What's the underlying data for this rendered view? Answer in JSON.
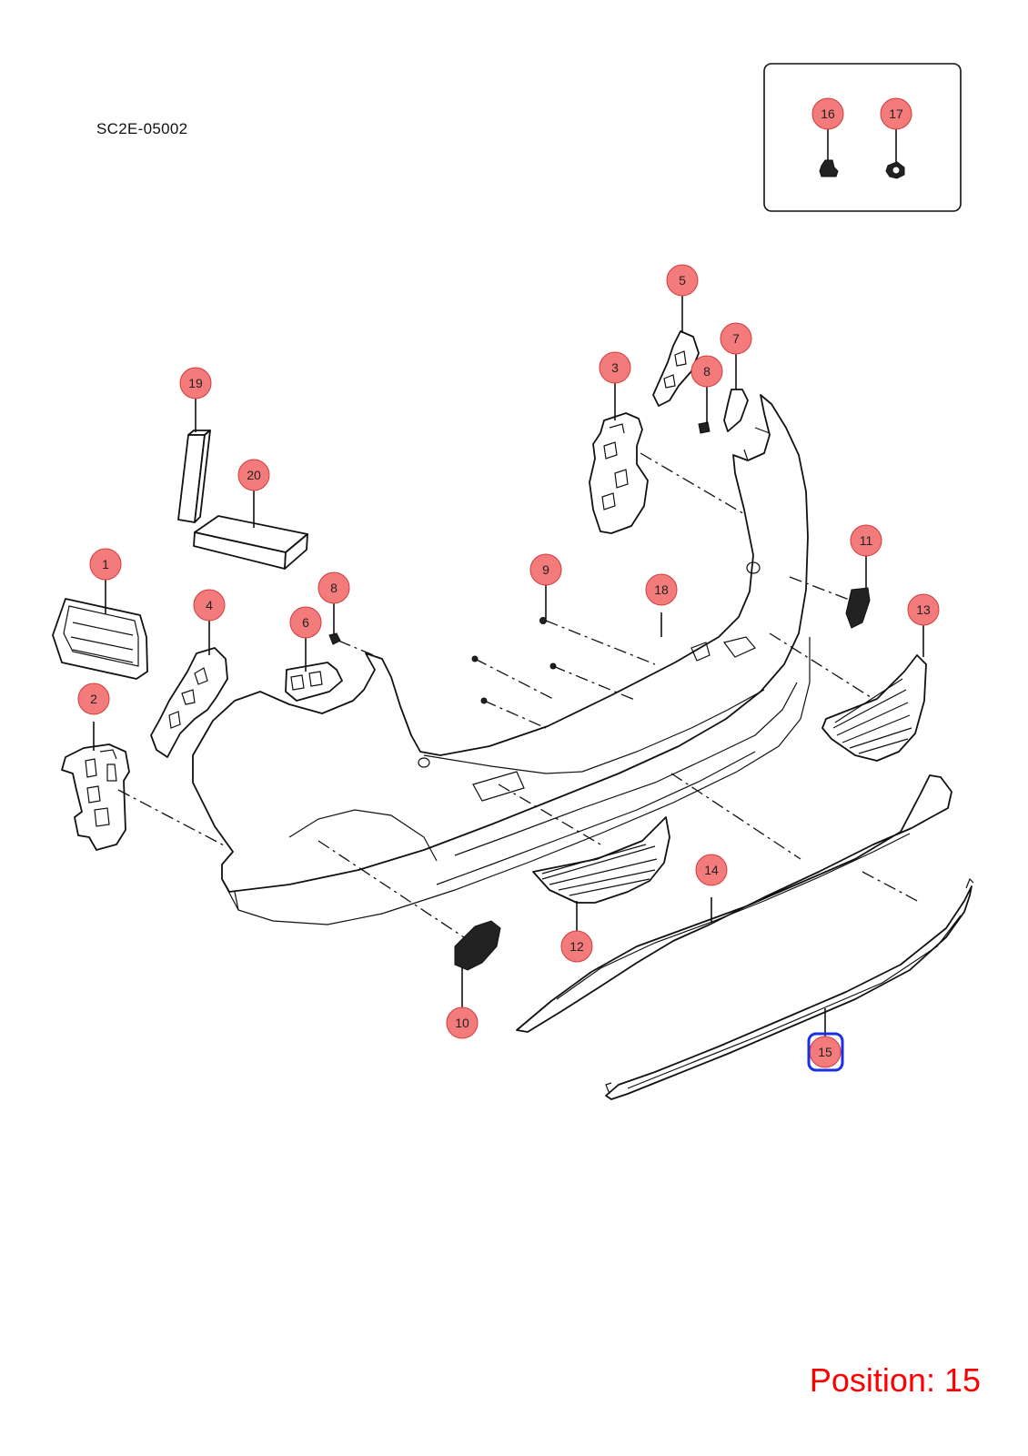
{
  "diagram_code": "SC2E-05002",
  "position_label": "Position: 15",
  "selected_callout": "15",
  "colors": {
    "callout_fill": "#f47b7b",
    "selection_outline": "#1a2fe0",
    "position_text": "#ff0000"
  },
  "callouts": [
    "1",
    "2",
    "3",
    "4",
    "5",
    "6",
    "7",
    "8",
    "8",
    "9",
    "10",
    "11",
    "12",
    "13",
    "14",
    "15",
    "16",
    "17",
    "18",
    "19",
    "20"
  ]
}
